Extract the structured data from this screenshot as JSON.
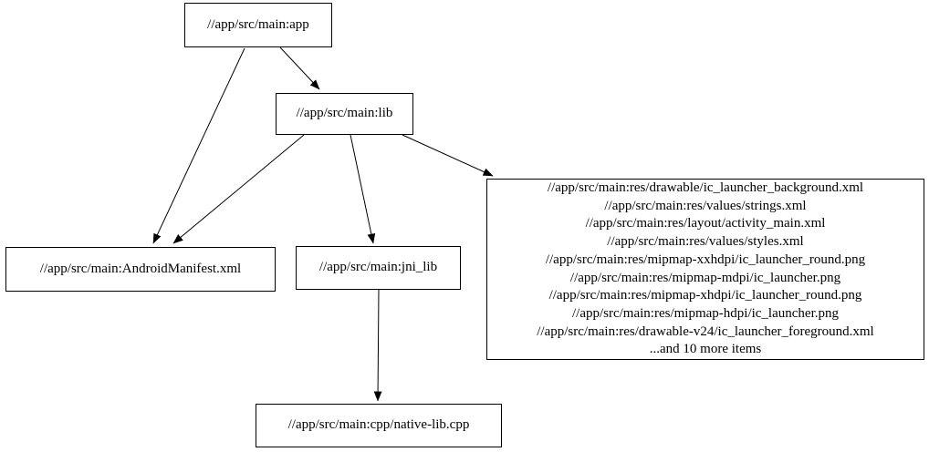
{
  "graph": {
    "type": "dependency-graph",
    "colors": {
      "background": "#ffffff",
      "node_border": "#000000",
      "node_fill": "#ffffff",
      "text": "#000000",
      "edge": "#000000"
    },
    "nodes": {
      "app": {
        "label": "//app/src/main:app"
      },
      "lib": {
        "label": "//app/src/main:lib"
      },
      "manifest": {
        "label": "//app/src/main:AndroidManifest.xml"
      },
      "jni_lib": {
        "label": "//app/src/main:jni_lib"
      },
      "res_group": {
        "label": "//app/src/main:res/drawable/ic_launcher_background.xml\n//app/src/main:res/values/strings.xml\n//app/src/main:res/layout/activity_main.xml\n//app/src/main:res/values/styles.xml\n//app/src/main:res/mipmap-xxhdpi/ic_launcher_round.png\n//app/src/main:res/mipmap-mdpi/ic_launcher.png\n//app/src/main:res/mipmap-xhdpi/ic_launcher_round.png\n//app/src/main:res/mipmap-hdpi/ic_launcher.png\n//app/src/main:res/drawable-v24/ic_launcher_foreground.xml\n...and 10 more items"
      },
      "native_lib": {
        "label": "//app/src/main:cpp/native-lib.cpp"
      }
    },
    "edges": [
      {
        "from": "//app/src/main:app",
        "to": "//app/src/main:lib"
      },
      {
        "from": "//app/src/main:app",
        "to": "//app/src/main:AndroidManifest.xml"
      },
      {
        "from": "//app/src/main:lib",
        "to": "//app/src/main:AndroidManifest.xml"
      },
      {
        "from": "//app/src/main:lib",
        "to": "//app/src/main:jni_lib"
      },
      {
        "from": "//app/src/main:lib",
        "to": "res_group"
      },
      {
        "from": "//app/src/main:jni_lib",
        "to": "//app/src/main:cpp/native-lib.cpp"
      }
    ]
  }
}
